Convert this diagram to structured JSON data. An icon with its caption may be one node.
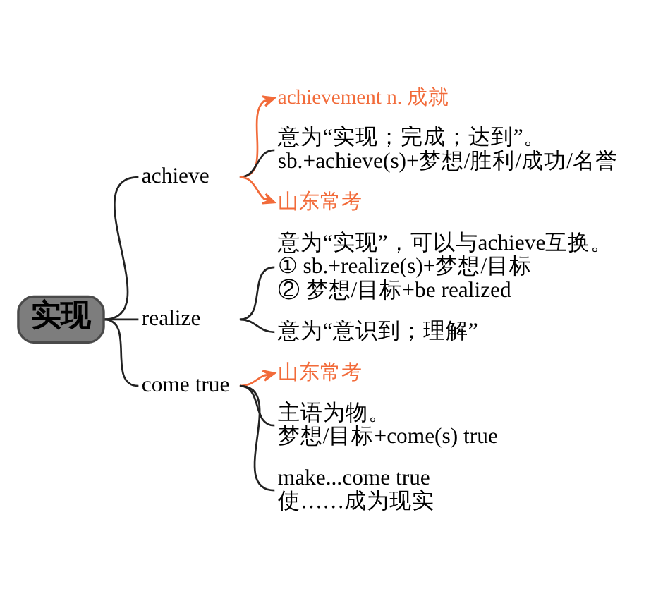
{
  "diagram": {
    "nodes": [
      {
        "text": [
          "实现"
        ]
      },
      {
        "text": [
          "achievement n. 成就"
        ]
      },
      {
        "text": [
          "achieve"
        ]
      },
      {
        "text": [
          "意为“实现；完成；达到”。",
          "sb.+achieve(s)+梦想/胜利/成功/名誉"
        ]
      },
      {
        "text": [
          "山东常考"
        ]
      },
      {
        "text": [
          "realize"
        ]
      },
      {
        "text": [
          "意为“实现”，可以与achieve互换。",
          "① sb.+realize(s)+梦想/目标",
          "② 梦想/目标+be realized"
        ]
      },
      {
        "text": [
          "意为“意识到；理解”"
        ]
      },
      {
        "text": [
          "山东常考"
        ]
      },
      {
        "text": [
          "come true"
        ]
      },
      {
        "text": [
          "主语为物。",
          "梦想/目标+come(s) true"
        ]
      },
      {
        "text": [
          "make...come true",
          "使……成为现实"
        ]
      }
    ],
    "edges": [
      {
        "from": 0,
        "to": 2,
        "arrow": "none"
      },
      {
        "from": 0,
        "to": 5,
        "arrow": "none"
      },
      {
        "from": 0,
        "to": 9,
        "arrow": "none"
      },
      {
        "from": 2,
        "to": 1,
        "arrow": "to",
        "color": "#f26b3a"
      },
      {
        "from": 2,
        "to": 3,
        "arrow": "none"
      },
      {
        "from": 2,
        "to": 4,
        "arrow": "to",
        "color": "#f26b3a"
      },
      {
        "from": 5,
        "to": 6,
        "arrow": "none"
      },
      {
        "from": 5,
        "to": 7,
        "arrow": "none"
      },
      {
        "from": 9,
        "to": 8,
        "arrow": "to",
        "color": "#f26b3a"
      },
      {
        "from": 9,
        "to": 10,
        "arrow": "none"
      },
      {
        "from": 9,
        "to": 11,
        "arrow": "none"
      }
    ]
  }
}
